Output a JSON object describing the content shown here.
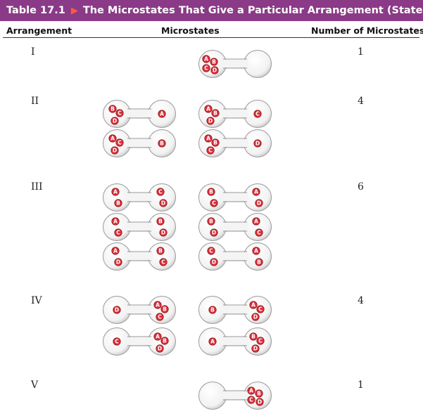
{
  "table": {
    "number": "Table 17.1",
    "title": "The Microstates That Give a Particular Arrangement (State)",
    "colors": {
      "title_bg": "#8a3a87",
      "arrow": "#ff5b3a",
      "molecule": "#e0303a"
    }
  },
  "headers": {
    "arrangement": "Arrangement",
    "microstates": "Microstates",
    "count": "Number of Microstates"
  },
  "arrangements": [
    {
      "label": "I",
      "count": "1",
      "microstates": [
        {
          "left": "ABCD",
          "right": ""
        }
      ]
    },
    {
      "label": "II",
      "count": "4",
      "microstates": [
        {
          "left": "BCD",
          "right": "A"
        },
        {
          "left": "ABD",
          "right": "C"
        },
        {
          "left": "ACD",
          "right": "B"
        },
        {
          "left": "ABC",
          "right": "D"
        }
      ]
    },
    {
      "label": "III",
      "count": "6",
      "microstates": [
        {
          "left": "AB",
          "right": "CD"
        },
        {
          "left": "BC",
          "right": "AD"
        },
        {
          "left": "AC",
          "right": "BD"
        },
        {
          "left": "BD",
          "right": "AC"
        },
        {
          "left": "AD",
          "right": "BC"
        },
        {
          "left": "CD",
          "right": "AB"
        }
      ]
    },
    {
      "label": "IV",
      "count": "4",
      "microstates": [
        {
          "left": "D",
          "right": "ABC"
        },
        {
          "left": "B",
          "right": "ACD"
        },
        {
          "left": "C",
          "right": "ABD"
        },
        {
          "left": "A",
          "right": "BCD"
        }
      ]
    },
    {
      "label": "V",
      "count": "1",
      "microstates": [
        {
          "left": "",
          "right": "ABCD"
        }
      ]
    }
  ]
}
